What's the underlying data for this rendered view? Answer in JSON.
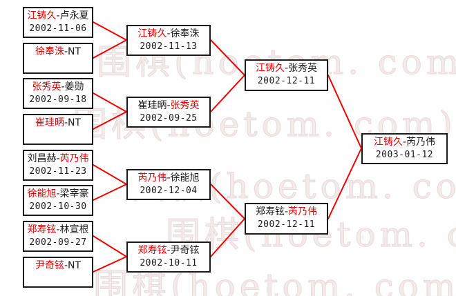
{
  "separator": "-",
  "watermark": {
    "text": "围棋(hoetom. com)"
  },
  "colors": {
    "winner_highlight": "#e60000",
    "connector_line": "#f20000",
    "box_border": "#1a1a1a",
    "box_text": "#1c1c1c",
    "watermark": "#e7dada",
    "background": "#fefefe"
  },
  "rounds": [
    {
      "matches": [
        {
          "p1": "江铸久",
          "p1_red": true,
          "p2": "卢永夏",
          "p2_red": false,
          "date": "2002-11-06"
        },
        {
          "p1": "徐奉洙",
          "p1_red": true,
          "p2": "NT",
          "p2_red": false,
          "date": ""
        },
        {
          "p1": "张秀英",
          "p1_red": true,
          "p2": "姜勋",
          "p2_red": false,
          "date": "2002-09-18"
        },
        {
          "p1": "崔珪昞",
          "p1_red": true,
          "p2": "NT",
          "p2_red": false,
          "date": ""
        },
        {
          "p1": "刘昌赫",
          "p1_red": false,
          "p2": "芮乃伟",
          "p2_red": true,
          "date": "2002-11-23"
        },
        {
          "p1": "徐能旭",
          "p1_red": true,
          "p2": "梁宰豪",
          "p2_red": false,
          "date": "2002-10-30"
        },
        {
          "p1": "郑寿铉",
          "p1_red": true,
          "p2": "林宣根",
          "p2_red": false,
          "date": "2002-09-27"
        },
        {
          "p1": "尹奇铉",
          "p1_red": true,
          "p2": "NT",
          "p2_red": false,
          "date": ""
        }
      ]
    },
    {
      "matches": [
        {
          "p1": "江铸久",
          "p1_red": true,
          "p2": "徐奉洙",
          "p2_red": false,
          "date": "2002-11-13"
        },
        {
          "p1": "崔珪昞",
          "p1_red": false,
          "p2": "张秀英",
          "p2_red": true,
          "date": "2002-09-25"
        },
        {
          "p1": "芮乃伟",
          "p1_red": true,
          "p2": "徐能旭",
          "p2_red": false,
          "date": "2002-12-04"
        },
        {
          "p1": "郑寿铉",
          "p1_red": true,
          "p2": "尹奇铉",
          "p2_red": false,
          "date": "2002-10-11"
        }
      ]
    },
    {
      "matches": [
        {
          "p1": "江铸久",
          "p1_red": true,
          "p2": "张秀英",
          "p2_red": false,
          "date": "2002-12-11"
        },
        {
          "p1": "郑寿铉",
          "p1_red": false,
          "p2": "芮乃伟",
          "p2_red": true,
          "date": "2002-12-11"
        }
      ]
    },
    {
      "matches": [
        {
          "p1": "江铸久",
          "p1_red": true,
          "p2": "芮乃伟",
          "p2_red": false,
          "date": "2003-01-12"
        }
      ]
    }
  ]
}
